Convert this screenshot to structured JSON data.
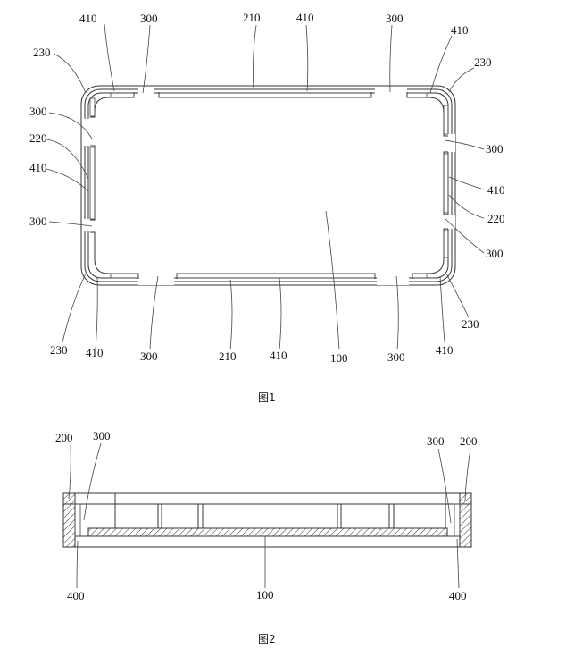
{
  "figure1": {
    "caption": "图1",
    "labels": {
      "t410a": "410",
      "t300a": "300",
      "t210a": "210",
      "t410b": "410",
      "t300b": "300",
      "t410c": "410",
      "t230a": "230",
      "t230b": "230",
      "l300a": "300",
      "l220": "220",
      "l410": "410",
      "l300b": "300",
      "r300a": "300",
      "r410": "410",
      "r220": "220",
      "r300b": "300",
      "b230a": "230",
      "b410a": "410",
      "b300a": "300",
      "b210": "210",
      "b410b": "410",
      "b100": "100",
      "b300b": "300",
      "b410c": "410",
      "b230b": "230"
    }
  },
  "figure2": {
    "caption": "图2",
    "labels": {
      "t200a": "200",
      "t300a": "300",
      "t300b": "300",
      "t200b": "200",
      "b400a": "400",
      "b100": "100",
      "b400b": "400"
    }
  }
}
